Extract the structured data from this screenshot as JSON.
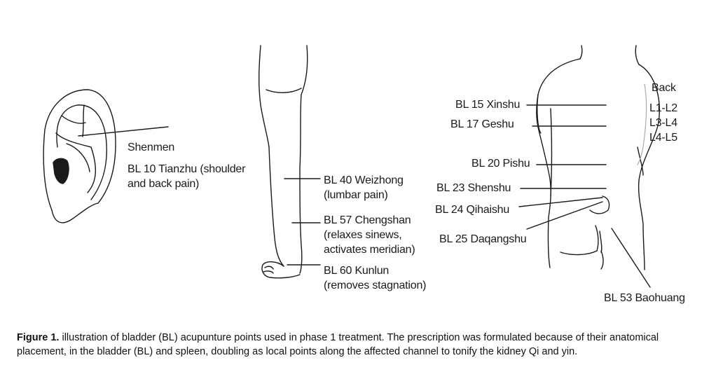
{
  "ear": {
    "shenmen": "Shenmen",
    "bl10_line1": "BL 10 Tianzhu (shoulder",
    "bl10_line2": "and back pain)"
  },
  "leg": {
    "bl40_line1": "BL 40 Weizhong",
    "bl40_line2": "(lumbar pain)",
    "bl57_line1": "BL 57 Chengshan",
    "bl57_line2": "(relaxes sinews,",
    "bl57_line3": "activates meridian)",
    "bl60_line1": "BL 60 Kunlun",
    "bl60_line2": "(removes stagnation)"
  },
  "back": {
    "title": "Back",
    "l1l2": "L1-L2",
    "l3l4": "L3-L4",
    "l4l5": "L4-L5",
    "bl15": "BL 15 Xinshu",
    "bl17": "BL 17 Geshu",
    "bl20": "BL 20 Pishu",
    "bl23": "BL 23 Shenshu",
    "bl24": "BL 24 Qihaishu",
    "bl25": "BL 25 Daqangshu",
    "bl53": "BL 53 Baohuang"
  },
  "caption": {
    "label": "Figure 1.",
    "text": " illustration of bladder (BL) acupunture points used in phase 1 treatment. The prescription was formulated because of their anatomical placement, in the bladder (BL) and spleen, doubling as local points along the affected channel to tonify the kidney Qi and yin."
  }
}
